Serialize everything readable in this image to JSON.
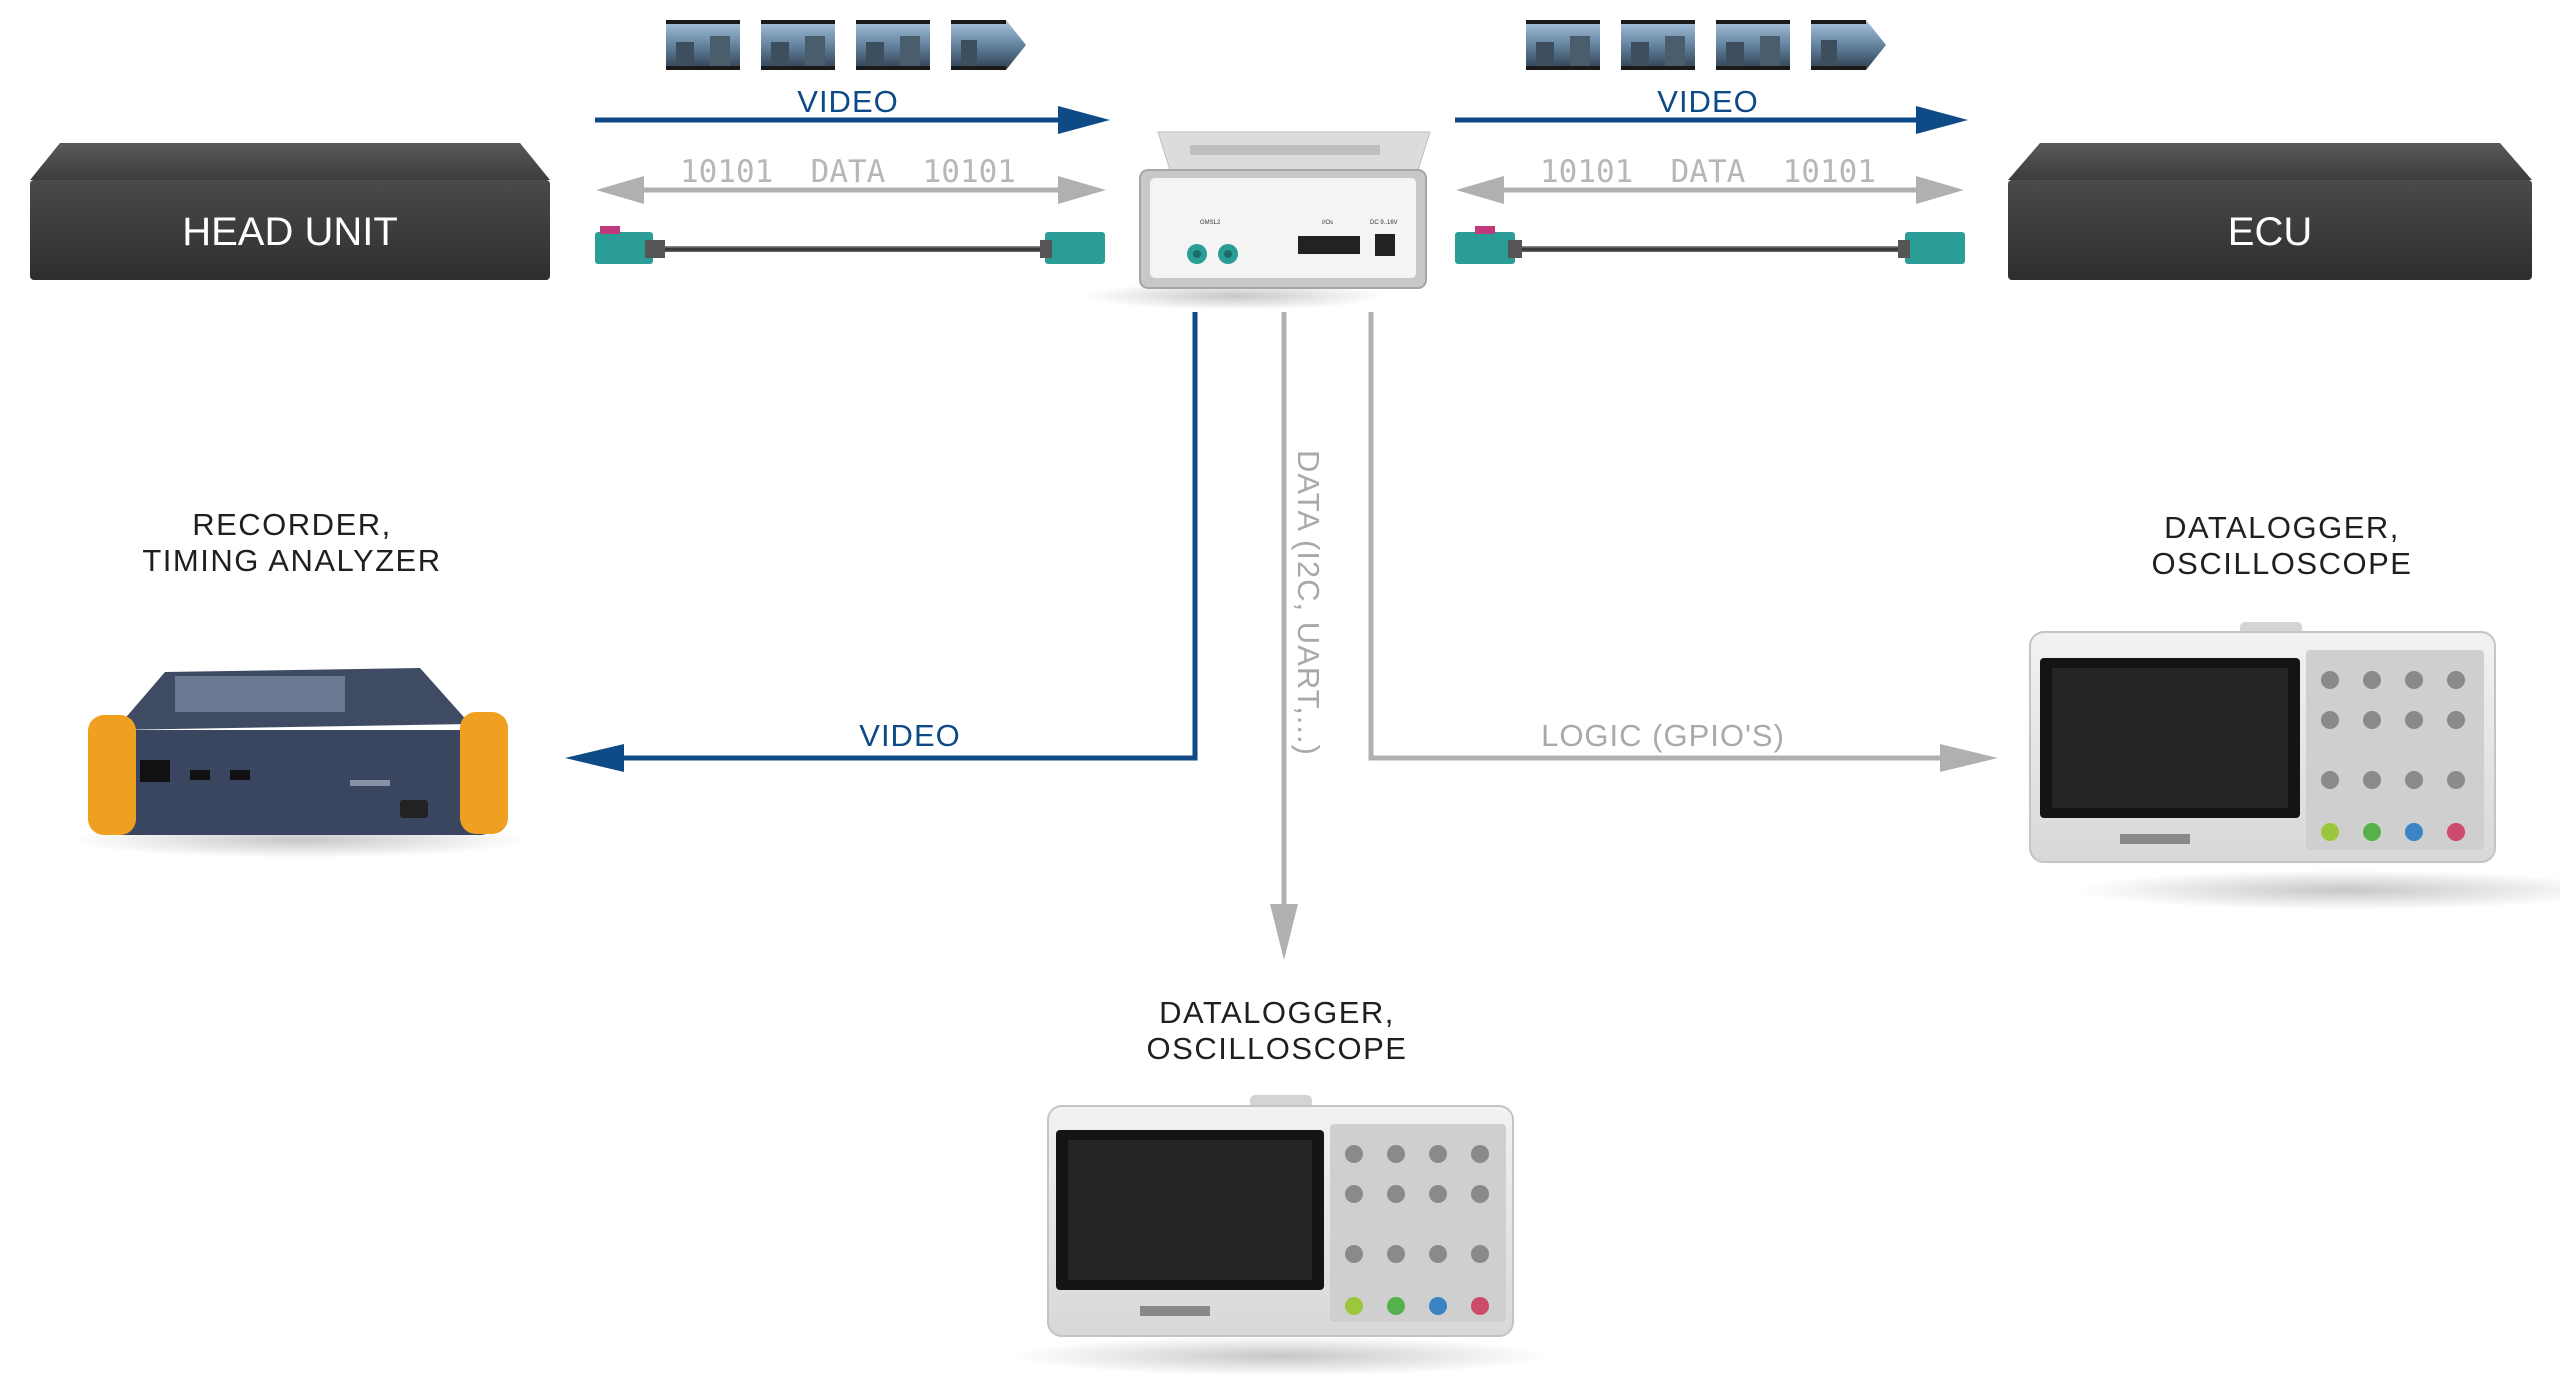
{
  "devices": {
    "head_unit": {
      "label": "HEAD UNIT"
    },
    "ecu": {
      "label": "ECU"
    },
    "recorder": {
      "label_line1": "RECORDER,",
      "label_line2": "TIMING ANALYZER"
    },
    "datalogger_right": {
      "label_line1": "DATALOGGER,",
      "label_line2": "OSCILLOSCOPE"
    },
    "datalogger_bottom": {
      "label_line1": "DATALOGGER,",
      "label_line2": "OSCILLOSCOPE"
    }
  },
  "links": {
    "video_left": "VIDEO",
    "video_right": "VIDEO",
    "data_left": "10101  DATA  10101",
    "data_right": "10101  DATA  10101",
    "data_vertical": "DATA (I2C, UART,...)",
    "video_down": "VIDEO",
    "logic": "LOGIC (GPIO'S)"
  },
  "colors": {
    "video_blue": "#0d4a86",
    "data_grey": "#b0b0b0",
    "box_dark": "#3a3a3a",
    "connector_teal": "#2a9d96",
    "connector_pink": "#c0397a",
    "analyzer_orange": "#f0a020"
  },
  "icons": [
    "film-strip-icon",
    "arrow-icon",
    "connector-icon"
  ]
}
